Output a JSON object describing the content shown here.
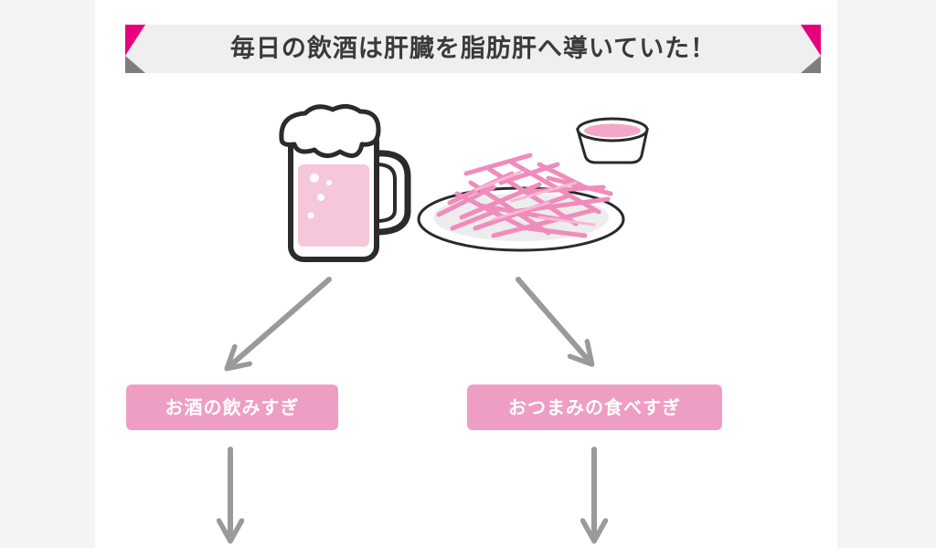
{
  "banner": {
    "title": "毎日の飲酒は肝臓を脂肪肝へ導いていた！",
    "accent_color": "#e6007e",
    "corner_gray": "#7d7d7d"
  },
  "illustrations": {
    "left": "beer-mug-icon",
    "right": "fries-plate-icon",
    "sauce": "sauce-cup-icon"
  },
  "labels": {
    "left": "お酒の飲みすぎ",
    "right": "おつまみの食べすぎ"
  },
  "colors": {
    "pill": "#ee9ec4",
    "pink_fill": "#f6c6da",
    "fries": "#f08cbc",
    "arrow": "#9a9a9a",
    "outline": "#2b2b2b"
  }
}
